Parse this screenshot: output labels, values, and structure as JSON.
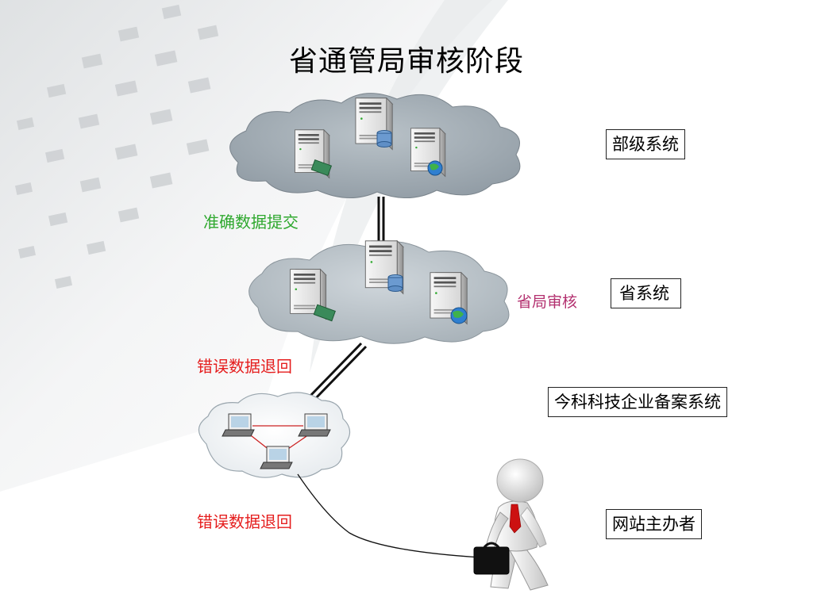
{
  "title": "省通管局审核阶段",
  "colors": {
    "cloud_dark": "#97a2ab",
    "cloud_mid": "#aab4bb",
    "cloud_light": "#eef2f5",
    "green_note": "#2ea82e",
    "red_note": "#e51d1d",
    "magenta_note": "#b3306f",
    "link_line": "#cc2222",
    "tie": "#cc1111"
  },
  "levels": {
    "ministry": {
      "label": "部级系统"
    },
    "province": {
      "label": "省系统"
    },
    "local": {
      "label": "今科科技企业备案系统"
    },
    "host": {
      "label": "网站主办者"
    }
  },
  "notes": {
    "submit": "准确数据提交",
    "province_review": "省局审核",
    "return_upper": "错误数据退回",
    "return_lower": "错误数据退回"
  },
  "icons": {
    "server_web": "server-globe-icon",
    "server_db": "server-database-icon",
    "server_net": "server-network-card-icon",
    "workstation": "laptop-icon",
    "person": "business-person-icon"
  }
}
